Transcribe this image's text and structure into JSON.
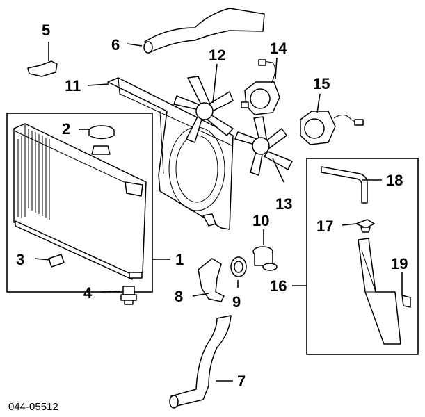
{
  "callouts": {
    "c1": "1",
    "c2": "2",
    "c3": "3",
    "c4": "4",
    "c5": "5",
    "c6": "6",
    "c7": "7",
    "c8": "8",
    "c9": "9",
    "c10": "10",
    "c11": "11",
    "c12": "12",
    "c13": "13",
    "c14": "14",
    "c15": "15",
    "c16": "16",
    "c17": "17",
    "c18": "18",
    "c19": "19"
  },
  "diagram_code": "044-05512"
}
